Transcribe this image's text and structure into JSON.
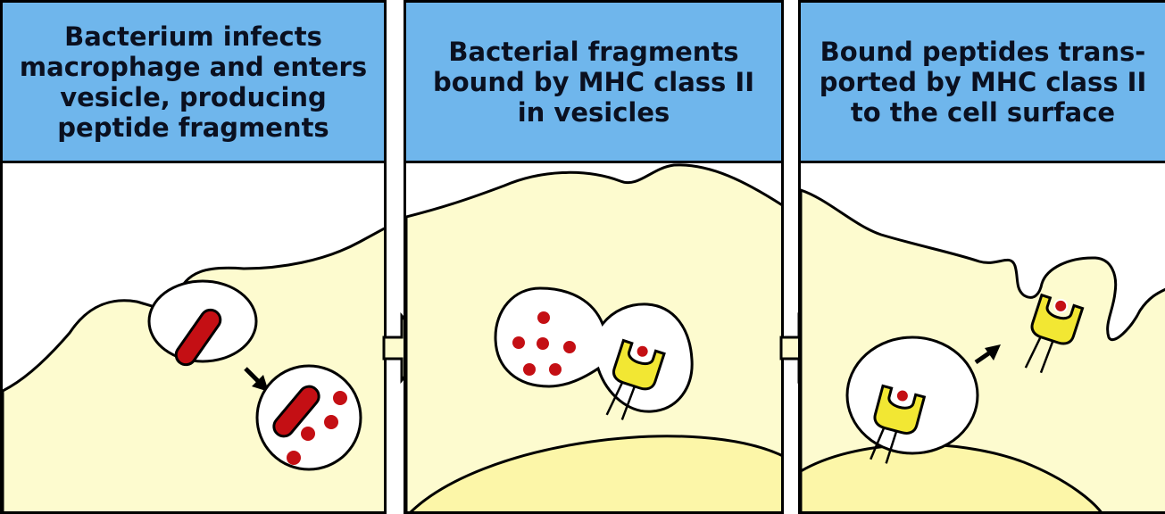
{
  "panels": [
    {
      "title": "Bacterium infects\nmacrophage and enters\nvesicle, producing\npeptide fragments"
    },
    {
      "title": "Bacterial fragments\nbound by MHC class II\nin vesicles"
    },
    {
      "title": "Bound peptides trans-\nported by MHC class II\nto the cell surface"
    }
  ],
  "colors": {
    "header": "#6fb6ec",
    "cytoplasm": "#fdfbcf",
    "nucleus": "#fcf6a8",
    "bacterium": "#c40f14",
    "peptide": "#c40f14",
    "mhc": "#f2e733"
  },
  "icons": [
    "bacterium-icon",
    "peptide-icon",
    "mhc-class-ii-icon",
    "arrow-icon"
  ]
}
